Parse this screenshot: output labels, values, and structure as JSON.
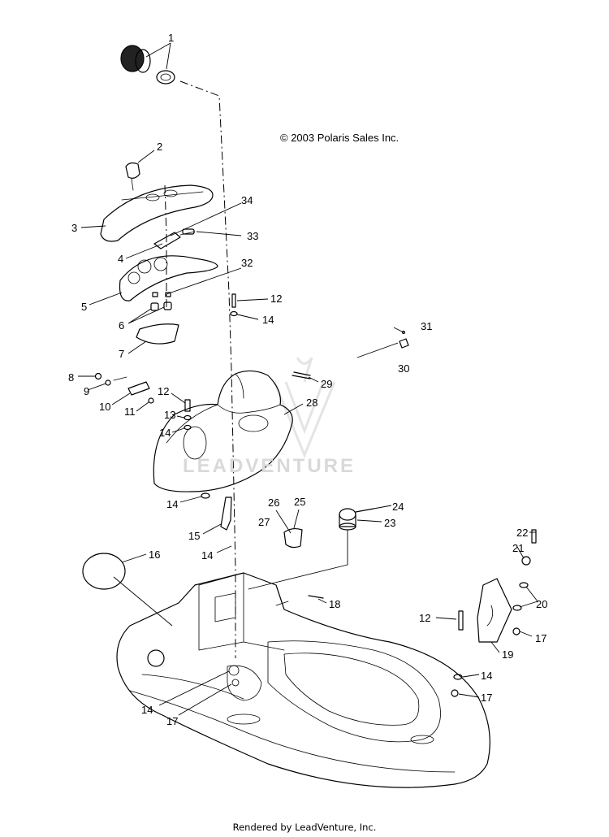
{
  "copyright": "© 2003 Polaris Sales Inc.",
  "watermark": "LEADVENTURE",
  "footer": "Rendered by LeadVenture, Inc.",
  "callouts": {
    "c1": "1",
    "c2": "2",
    "c3": "3",
    "c34": "34",
    "c33": "33",
    "c4": "4",
    "c32": "32",
    "c5": "5",
    "c6": "6",
    "c7": "7",
    "c12a": "12",
    "c14a": "14",
    "c31": "31",
    "c30": "30",
    "c8": "8",
    "c9": "9",
    "c10": "10",
    "c11": "11",
    "c12b": "12",
    "c13": "13",
    "c14b": "14",
    "c29": "29",
    "c28": "28",
    "c14c": "14",
    "c24": "24",
    "c23": "23",
    "c26": "26",
    "c25": "25",
    "c27": "27",
    "c15": "15",
    "c14d": "14",
    "c16": "16",
    "c22": "22",
    "c21": "21",
    "c18": "18",
    "c20": "20",
    "c12c": "12",
    "c17a": "17",
    "c19": "19",
    "c14e": "14",
    "c14f": "14",
    "c17b": "17",
    "c17c": "17"
  }
}
